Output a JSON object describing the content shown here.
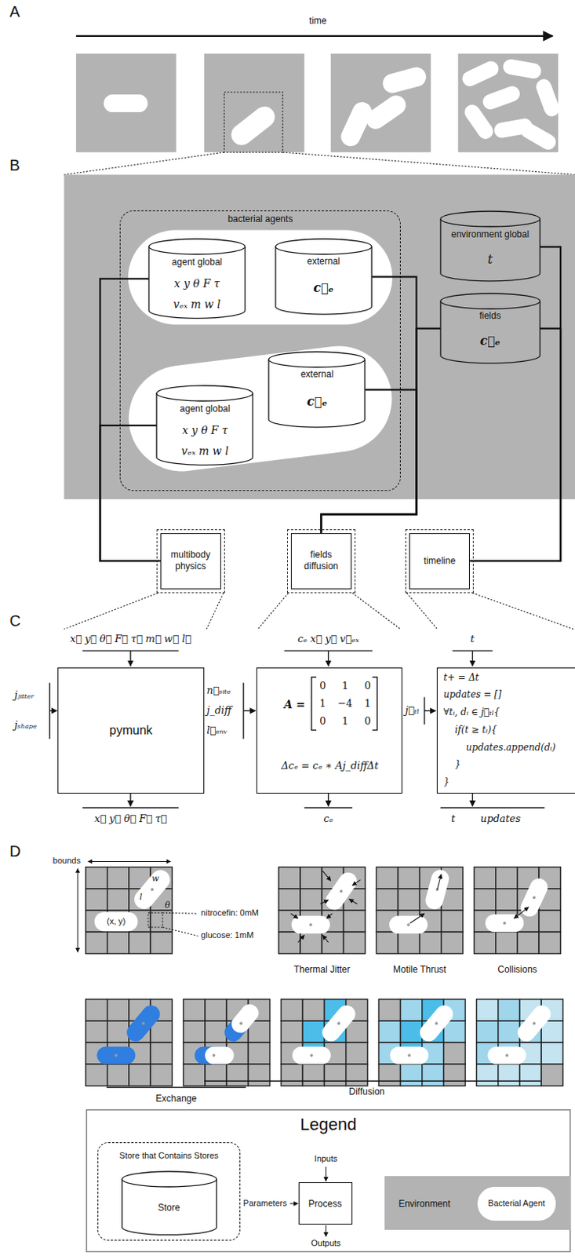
{
  "diagram": {
    "nodes": [
      {
        "text": [
          "bacterial agents"
        ]
      },
      {
        "text": [
          "agent global",
          "x y θ F τ",
          "vₑₓ m w l"
        ],
        "in": 0
      },
      {
        "text": [
          "external",
          "c⃗ₑ"
        ],
        "in": 0
      },
      {
        "text": [
          "agent global",
          "x y θ F τ",
          "vₑₓ m w l"
        ],
        "in": 0
      },
      {
        "text": [
          "external",
          "c⃗ₑ"
        ],
        "in": 0
      },
      {
        "text": [
          "environment global",
          "t"
        ]
      },
      {
        "text": [
          "fields",
          "c⃗ₑ"
        ]
      },
      {
        "text": [
          "multibody physics"
        ]
      },
      {
        "text": [
          "fields diffusion"
        ]
      },
      {
        "text": [
          "timeline"
        ]
      },
      {
        "text": [
          "pymunk"
        ]
      },
      {
        "text": [
          "A =",
          "0",
          "1",
          "0",
          "1",
          "−4",
          "1",
          "0",
          "1",
          "0",
          "Δcₑ = cₑ ∗ Aj_diffΔt"
        ]
      },
      {
        "text": [
          "t+ = Δt",
          "updates = []",
          "∀tᵢ, dᵢ ∈ j⃗ₜₗ{",
          "if(t ≥ tᵢ){",
          "updates.append(dᵢ)",
          "}",
          "}"
        ]
      }
    ],
    "edges": [
      {
        "from": 1,
        "to": 7,
        "arrow": "none"
      },
      {
        "from": 3,
        "to": 7,
        "arrow": "none"
      },
      {
        "from": 2,
        "to": 8,
        "arrow": "none"
      },
      {
        "from": 4,
        "to": 8,
        "arrow": "none"
      },
      {
        "from": 6,
        "to": 8,
        "arrow": "none"
      },
      {
        "from": 5,
        "to": 9,
        "arrow": "none"
      },
      {
        "from": 6,
        "to": 9,
        "arrow": "none"
      }
    ],
    "labels": [
      "A",
      "time",
      "B",
      "C",
      "x⃗ y⃗ θ⃗ F⃗ τ⃗ m⃗ w⃗ l⃗",
      "jⱼᵢₜₜₑᵣ",
      "jₛₕₐₚₑ",
      "x⃗ y⃗ θ⃗ F⃗ τ⃗",
      "cₑ x⃗ y⃗ v⃗ₑₓ",
      "n⃗ₛᵢₜₑ",
      "j_diff",
      "l⃗ₑₙᵥ",
      "cₑ",
      "j⃗ₜₗ",
      "t",
      "t",
      "updates",
      "D",
      "bounds",
      "w",
      "l",
      "θ",
      "(x, y)",
      "nitrocefin: 0mM",
      "glucose: 1mM",
      "Thermal Jitter",
      "Motile Thrust",
      "Collisions",
      "Exchange",
      "Diffusion",
      "Legend",
      "Inputs",
      "Parameters",
      "Outputs"
    ],
    "legend": [
      {
        "text": "Store that Contains Stores"
      },
      {
        "text": "Store"
      },
      {
        "text": "Process"
      },
      {
        "text": "Environment",
        "color": "#b3b3b3"
      },
      {
        "text": "Bacterial Agent",
        "color": "#ffffff"
      }
    ]
  }
}
